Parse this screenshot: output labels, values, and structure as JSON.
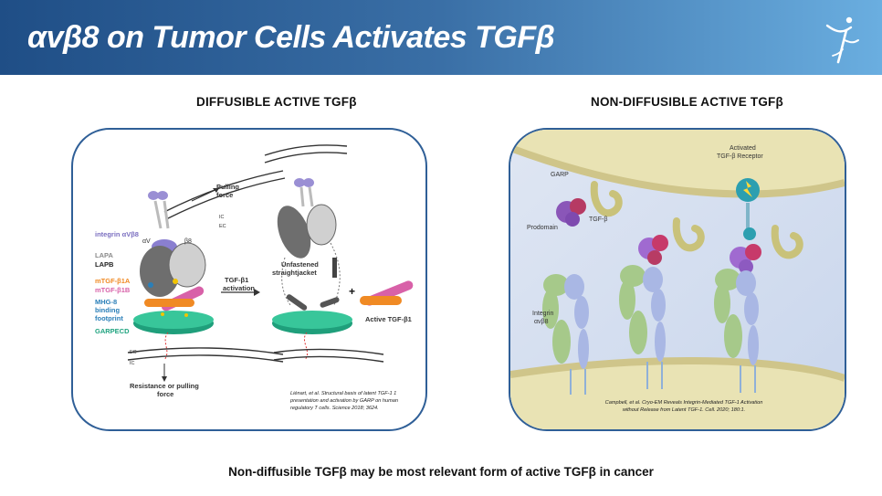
{
  "header": {
    "title": "αvβ8 on Tumor Cells Activates TGFβ",
    "logo_icon": "leaping-figure-icon"
  },
  "left_panel": {
    "heading": "DIFFUSIBLE ACTIVE TGFβ",
    "labels": {
      "integrin": "integrin αVβ8",
      "lap_a": "LAPA",
      "lap_b": "LAPB",
      "mtgf_a": "mTGF-β1A",
      "mtgf_b": "mTGF-β1B",
      "mhg8_1": "MHG-8",
      "mhg8_2": "binding",
      "mhg8_3": "footprint",
      "garp": "GARPECD",
      "av": "αV",
      "b8": "β8",
      "pulling1": "Pulling",
      "pulling2": "force",
      "ic_top": "IC",
      "ec_top": "EC",
      "activation1": "TGF-β1",
      "activation2": "activation",
      "unfastened1": "Unfastened",
      "unfastened2": "straightjacket",
      "active_tgf": "Active TGF-β1",
      "ec_bottom": "EC",
      "ic_bottom": "IC",
      "resistance1": "Resistance or pulling",
      "resistance2": "force",
      "plus": "+"
    },
    "citation": [
      "Liénart, et al. Structural basis of latent TGF-1 1",
      "presentation and activation by GARP on human",
      "regulatory T cells. Science 2018; 3624."
    ]
  },
  "right_panel": {
    "heading": "NON-DIFFUSIBLE ACTIVE TGFβ",
    "labels": {
      "garp": "GARP",
      "prodomain": "Prodomain",
      "tgf": "TGF-β",
      "receptor1": "Activated",
      "receptor2": "TGF-β Receptor",
      "integrin1": "Integrin",
      "integrin2": "αvβ8"
    },
    "citation": [
      "Campbell, et al. Cryo-EM Reveals Integrin-Mediated TGF-1 Activation",
      "without Release from Latent TGF-1. Cell. 2020; 180:1."
    ]
  },
  "footer": {
    "text": "Non-diffusible TGFβ  may be most relevant form of active TGFβ  in cancer"
  },
  "colors": {
    "header_dark": "#1f4e86",
    "header_light": "#6aaee0",
    "panel_border": "#2f5f97",
    "integrin_purple": "#7b6fc0",
    "lap_gray": "#7a7a7a",
    "mtgf_orange": "#f08a24",
    "mtgf_pink": "#d861a8",
    "mhg8_blue": "#2a7fb8",
    "garp_green": "#1fa37f"
  }
}
